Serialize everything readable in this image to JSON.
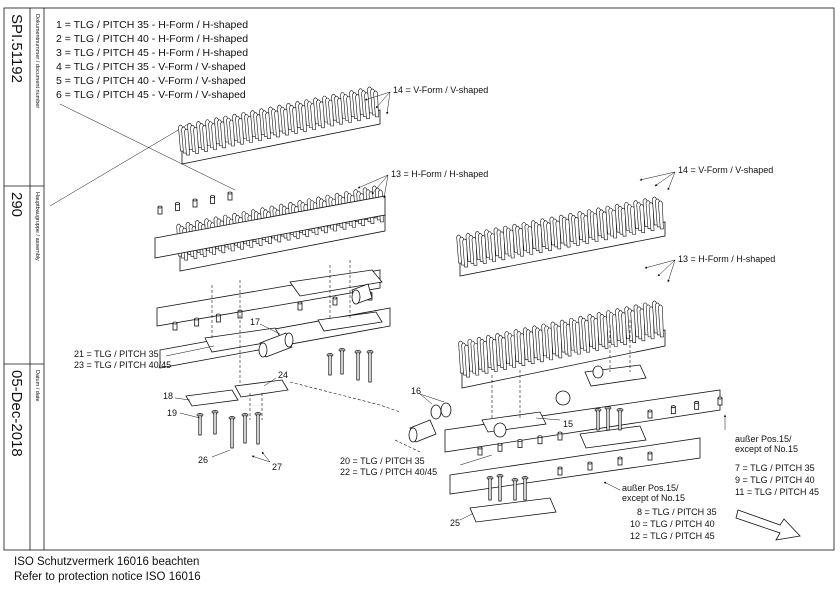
{
  "sidebar": {
    "document_number": "SPI.51192",
    "document_number_caption": "Dokumentnummer / document number",
    "assembly": "290",
    "assembly_caption": "Hauptbaugruppe / assembly",
    "date": "05-Dec-2018",
    "date_caption": "Datum / date"
  },
  "legend": [
    "1 = TLG / PITCH 35 - H-Form / H-shaped",
    "2 = TLG / PITCH 40 - H-Form / H-shaped",
    "3 = TLG / PITCH 45 - H-Form / H-shaped",
    "4 = TLG / PITCH 35 - V-Form / V-shaped",
    "5 = TLG / PITCH 40 - V-Form / V-shaped",
    "6 = TLG / PITCH 45 - V-Form / V-shaped"
  ],
  "callouts": {
    "c14a": "14 = V-Form / V-shaped",
    "c13a": "13 = H-Form / H-shaped",
    "c14b": "14 = V-Form / V-shaped",
    "c13b": "13 = H-Form / H-shaped",
    "c17": "17",
    "c21": "21 = TLG / PITCH 35",
    "c23": "23 = TLG / PITCH 40/45",
    "c24": "24",
    "c18": "18",
    "c19": "19",
    "c26": "26",
    "c27": "27",
    "c16": "16",
    "c15": "15",
    "c20": "20 = TLG / PITCH 35",
    "c22": "22 = TLG / PITCH 40/45",
    "c25": "25",
    "ausser1a": "außer Pos.15/",
    "ausser1b": "except of No.15",
    "c7": "7 = TLG / PITCH 35",
    "c9": "9 = TLG / PITCH 40",
    "c11": "11 = TLG / PITCH 45",
    "ausser2a": "außer Pos.15/",
    "ausser2b": "except of No.15",
    "c8": "8 = TLG / PITCH 35",
    "c10": "10 = TLG / PITCH 40",
    "c12": "12 = TLG / PITCH 45"
  },
  "footer": {
    "line1": "ISO Schutzvermerk 16016 beachten",
    "line2": "Refer to protection notice ISO 16016"
  }
}
